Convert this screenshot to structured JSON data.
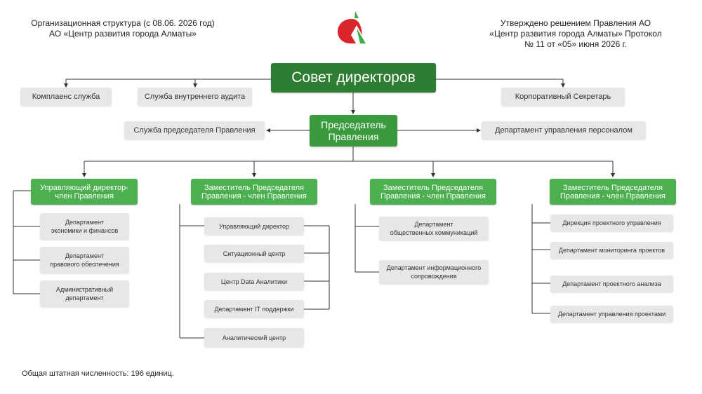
{
  "header": {
    "left_line1": "Организационная структура (с 08.06. 2026 год)",
    "left_line2": "АО «Центр развития города Алматы»",
    "right_line1": "Утверждено решением Правления АО",
    "right_line2": "«Центр развития города Алматы» Протокол",
    "right_line3": "№ 11 от «05» июня 2026 г."
  },
  "logo": {
    "icon": "apple-a-logo",
    "colors": {
      "red": "#d9262b",
      "green": "#3cae49"
    }
  },
  "colors": {
    "dark_green": "#2e7d32",
    "light_green": "#4caf50",
    "box_gray": "#e7e7e7",
    "line": "#222222"
  },
  "board": {
    "label": "Совет директоров"
  },
  "board_units": {
    "compliance": "Комплаенс служба",
    "audit": "Служба внутреннего аудита",
    "secretary": "Корпоративный Секретарь"
  },
  "chairman": {
    "label": "Председатель\nПравления"
  },
  "chairman_units": {
    "service": "Служба председателя Правления",
    "hr": "Департамент управления персоналом"
  },
  "branches": [
    {
      "label": "Управляющий директор-\nчлен Правления",
      "units": [
        "Департамент\nэкономики и финансов",
        "Департамент\nправового обеспечения",
        "Административный\nдепартамент"
      ]
    },
    {
      "label": "Заместитель Председателя\nПравления - член Правления",
      "units": [
        "Управляющий директор",
        "Ситуационный центр",
        "Центр Data Аналитики",
        "Департамент IT поддержки",
        "Аналитический центр"
      ]
    },
    {
      "label": "Заместитель Председателя\nПравления - член Правления",
      "units": [
        "Департамент\nобщественных коммуникаций",
        "Департамент информационного\nсопровождения"
      ]
    },
    {
      "label": "Заместитель Председателя\nПравления - член Правления",
      "units": [
        "Дирекция проектного управления",
        "Департамент мониторинга проектов",
        "Департамент проектного анализа",
        "Департамент управления проектами"
      ]
    }
  ],
  "footer": {
    "headcount": "Общая штатная численность: 196 единиц."
  }
}
